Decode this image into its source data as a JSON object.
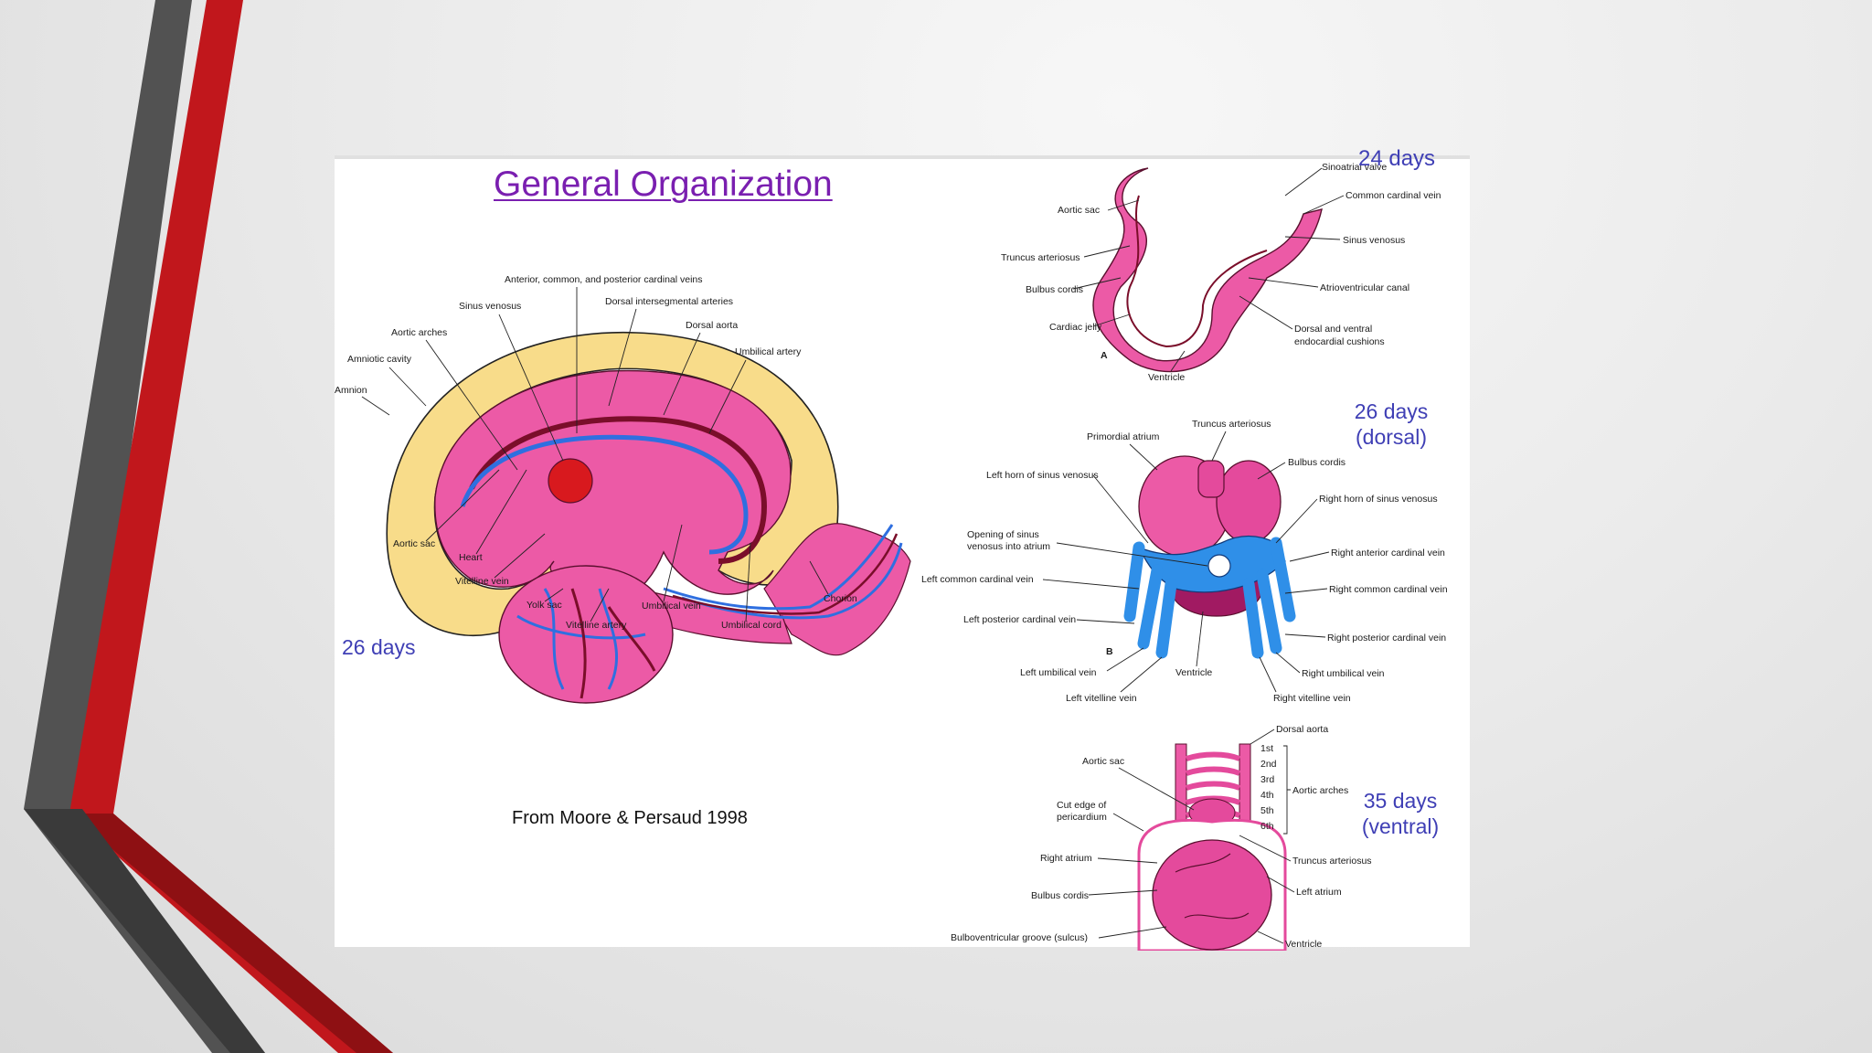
{
  "slide": {
    "title": "General Organization",
    "credit": "From Moore & Persaud 1998"
  },
  "figure_left": {
    "stage": "26 days",
    "labels": {
      "cardinal_veins": "Anterior, common, and posterior cardinal veins",
      "dorsal_intersegmental": "Dorsal intersegmental arteries",
      "sinus_venosus": "Sinus venosus",
      "dorsal_aorta": "Dorsal aorta",
      "aortic_arches": "Aortic arches",
      "umbilical_artery": "Umbilical artery",
      "amniotic_cavity": "Amniotic cavity",
      "amnion": "Amnion",
      "aortic_sac": "Aortic sac",
      "heart": "Heart",
      "vitelline_vein": "Vitelline vein",
      "yolk_sac": "Yolk sac",
      "vitelline_artery": "Vitelline artery",
      "umbilical_vein": "Umbilical vein",
      "umbilical_cord": "Umbilical cord",
      "chorion": "Chorion"
    }
  },
  "figure_a": {
    "stage": "24 days",
    "letter": "A",
    "labels": {
      "sinoatrial_valve": "Sinoatrial valve",
      "common_cardinal_vein": "Common cardinal vein",
      "aortic_sac": "Aortic sac",
      "sinus_venosus": "Sinus venosus",
      "truncus_arteriosus": "Truncus arteriosus",
      "atrioventricular_canal": "Atrioventricular canal",
      "bulbus_cordis": "Bulbus cordis",
      "cardiac_jelly": "Cardiac jelly",
      "cushions_1": "Dorsal and ventral",
      "cushions_2": "endocardial cushions",
      "ventricle": "Ventricle"
    }
  },
  "figure_b": {
    "stage_line1": "26 days",
    "stage_line2": "(dorsal)",
    "letter": "B",
    "labels": {
      "truncus_arteriosus": "Truncus arteriosus",
      "primordial_atrium": "Primordial atrium",
      "bulbus_cordis": "Bulbus cordis",
      "left_horn": "Left horn of sinus venosus",
      "right_horn": "Right horn of sinus venosus",
      "opening_1": "Opening of sinus",
      "opening_2": "venosus into atrium",
      "right_anterior_cardinal": "Right anterior cardinal vein",
      "left_common_cardinal": "Left common cardinal vein",
      "right_common_cardinal": "Right common cardinal vein",
      "left_posterior_cardinal": "Left posterior cardinal vein",
      "right_posterior_cardinal": "Right posterior cardinal vein",
      "left_umbilical": "Left umbilical vein",
      "ventricle": "Ventricle",
      "right_umbilical": "Right umbilical vein",
      "left_vitelline": "Left vitelline vein",
      "right_vitelline": "Right vitelline vein"
    }
  },
  "figure_c": {
    "stage_line1": "35 days",
    "stage_line2": "(ventral)",
    "labels": {
      "dorsal_aorta": "Dorsal aorta",
      "aortic_sac": "Aortic sac",
      "arch_1": "1st",
      "arch_2": "2nd",
      "arch_3": "3rd",
      "arch_4": "4th",
      "arch_5": "5th",
      "arch_6": "6th",
      "aortic_arches": "Aortic arches",
      "cut_edge_1": "Cut edge of",
      "cut_edge_2": "pericardium",
      "right_atrium": "Right atrium",
      "truncus_arteriosus": "Truncus arteriosus",
      "left_atrium": "Left atrium",
      "bulbus_cordis": "Bulbus cordis",
      "bulboventricular_groove": "Bulboventricular groove (sulcus)",
      "ventricle": "Ventricle"
    }
  },
  "colors": {
    "accent_red": "#c0181d",
    "stripe_gray": "#555555",
    "title_purple": "#7a1fb0",
    "stage_blue": "#3f3fb5",
    "tissue_pink": "#ec5aa6",
    "vessel_blue": "#2f6fe0",
    "amnion_yellow": "#f8dc8a"
  }
}
